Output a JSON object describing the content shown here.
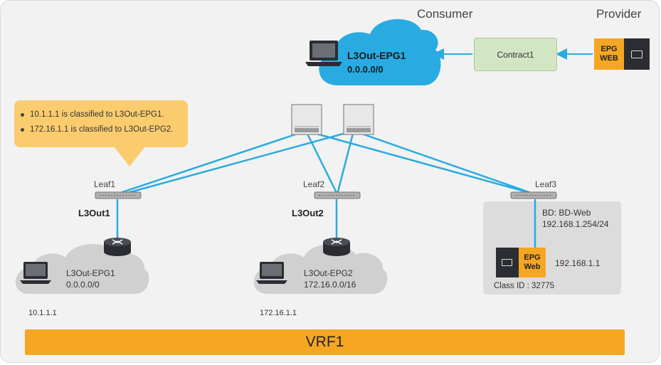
{
  "headers": {
    "consumer": "Consumer",
    "provider": "Provider"
  },
  "consumer_cloud": {
    "name": "L3Out-EPG1",
    "subnet": "0.0.0.0/0"
  },
  "contract": {
    "label": "Contract1"
  },
  "provider_epg": {
    "line1": "EPG",
    "line2": "WEB"
  },
  "callout": {
    "items": [
      "10.1.1.1 is classified to L3Out-EPG1.",
      "172.16.1.1 is classified to L3Out-EPG2."
    ]
  },
  "leaves": [
    {
      "label": "Leaf1",
      "l3out": "L3Out1"
    },
    {
      "label": "Leaf2",
      "l3out": "L3Out2"
    },
    {
      "label": "Leaf3"
    }
  ],
  "ext_clouds": [
    {
      "name": "L3Out-EPG1",
      "subnet": "0.0.0.0/0",
      "host_ip": "10.1.1.1"
    },
    {
      "name": "L3Out-EPG2",
      "subnet": "172.16.0.0/16",
      "host_ip": "172.16.1.1"
    }
  ],
  "bd_panel": {
    "bd_label": "BD: BD-Web",
    "bd_subnet": "192.168.1.254/24",
    "epg_line1": "EPG",
    "epg_line2": "Web",
    "epg_ip": "192.168.1.1",
    "class_id": "Class ID : 32775"
  },
  "vrf": {
    "label": "VRF1"
  },
  "colors": {
    "link": "#29abe2",
    "cloud_blue": "#29abe2",
    "cloud_gray": "#d0d0d0",
    "orange": "#f5a623",
    "callout": "#fbcc6e",
    "contract_green": "#d3e6c4"
  }
}
